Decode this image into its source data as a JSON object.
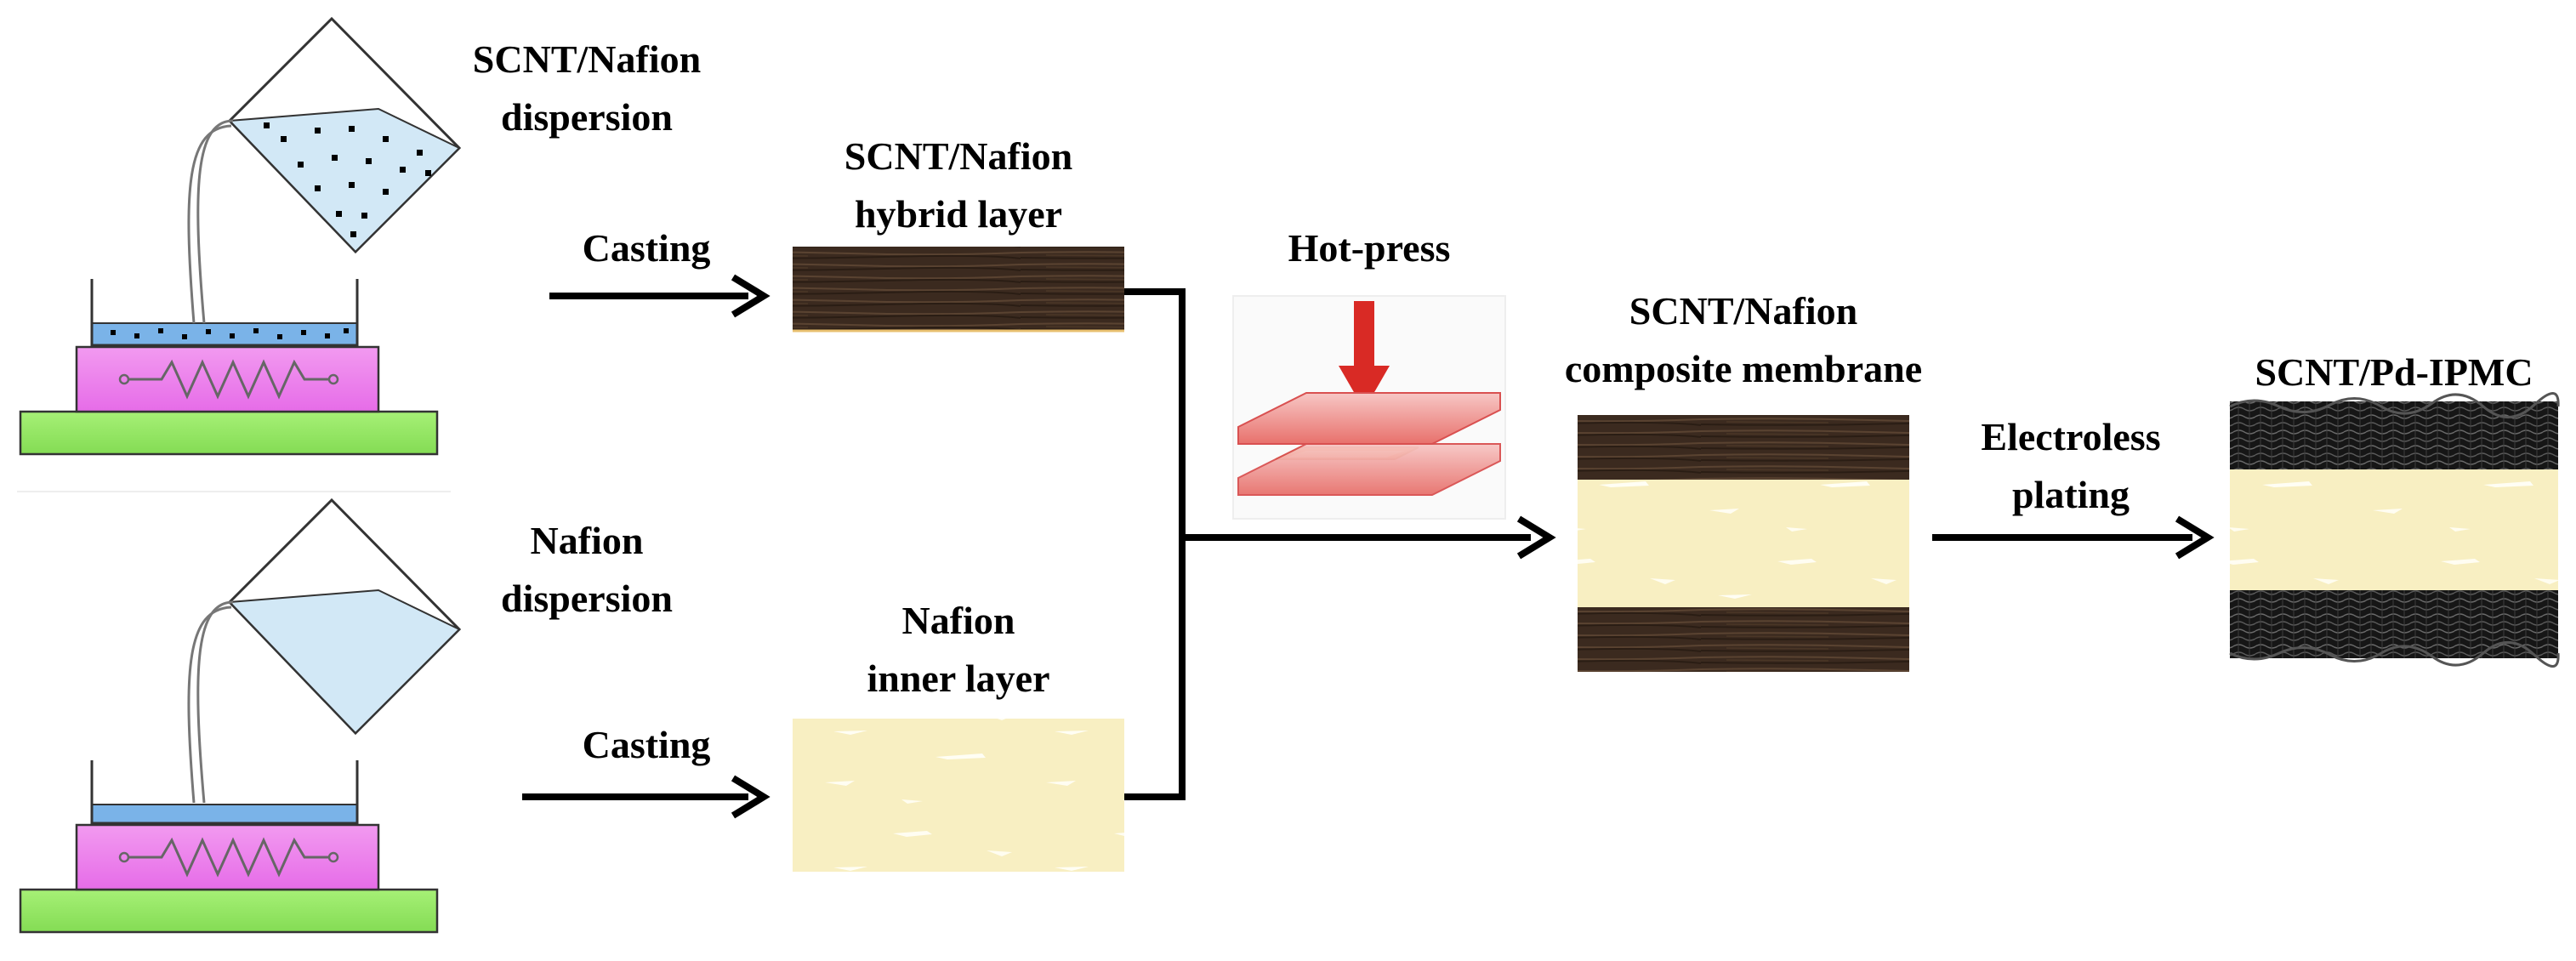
{
  "top_row": {
    "source_label_line1": "SCNT/Nafion",
    "source_label_line2": "dispersion",
    "process_label": "Casting",
    "product_label_line1": "SCNT/Nafion",
    "product_label_line2": "hybrid layer"
  },
  "bottom_row": {
    "source_label_line1": "Nafion",
    "source_label_line2": "dispersion",
    "process_label": "Casting",
    "product_label_line1": "Nafion",
    "product_label_line2": "inner layer"
  },
  "hot_press": {
    "label": "Hot-press"
  },
  "composite": {
    "label_line1": "SCNT/Nafion",
    "label_line2": "composite membrane"
  },
  "plating": {
    "label_line1": "Electroless",
    "label_line2": "plating"
  },
  "final_product": {
    "label": "SCNT/Pd-IPMC"
  },
  "colors": {
    "hybrid_layer": "#3b2a1f",
    "nafion_layer": "#f8efc2",
    "heater_pink": "#ee82ee",
    "base_green": "#99ee66",
    "dispersion_blue": "#d2e8f6",
    "film_blue": "#7ab3e8",
    "press_red": "#d92a25",
    "electrode_black": "#1a1a1a"
  }
}
